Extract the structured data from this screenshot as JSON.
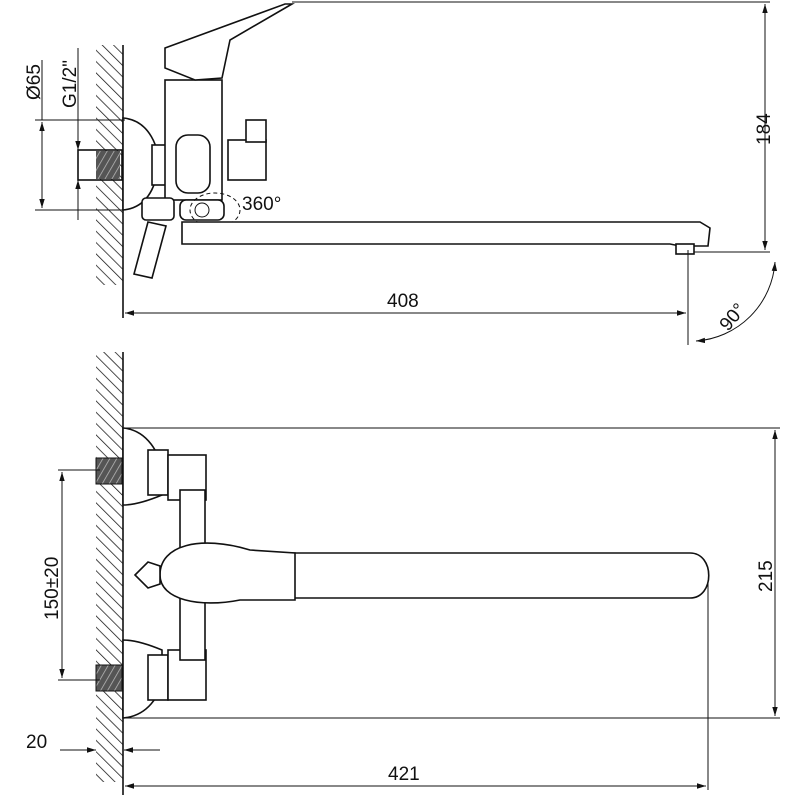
{
  "title": "Wall-mounted bath mixer with long spout — dimension drawing",
  "top_view": {
    "flange_diameter": "Ø65",
    "thread": "G1/2\"",
    "rotation": "360°",
    "height": "184",
    "spout_length": "408",
    "spout_angle": "90°"
  },
  "plan_view": {
    "center_distance": "150±20",
    "width": "215",
    "wall_offset": "20",
    "total_length": "421"
  }
}
